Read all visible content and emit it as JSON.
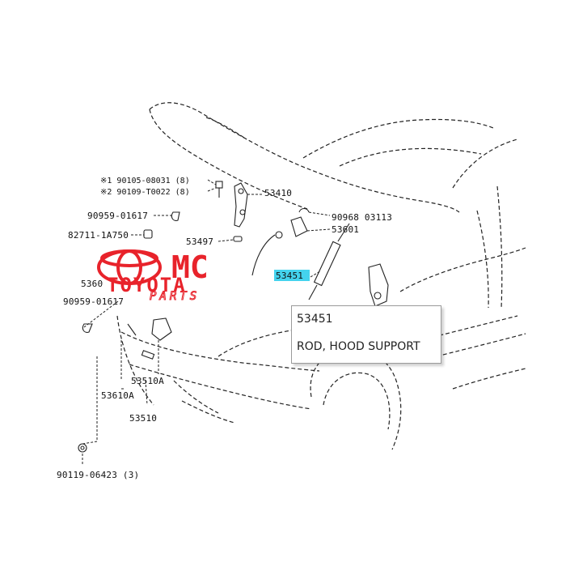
{
  "labels": {
    "l1": "※1 90105-08031 (8)",
    "l2": "※2 90109-T0022 (8)",
    "l3": "90959-01617",
    "l4": "82711-1A750",
    "l5": "53410",
    "l6": "53497",
    "l7": "90968 03113",
    "l8": "53601",
    "l9": "53451",
    "l10": "5360",
    "l11": "90959-01617",
    "l12": "53510A",
    "l13": "53610A",
    "l14": "53510",
    "l15": "90119-06423 (3)"
  },
  "watermark": {
    "line1": "MC",
    "line2": "TOYOTA",
    "line3": "PARTS"
  },
  "tooltip": {
    "part_number": "53451",
    "description": "ROD, HOOD SUPPORT"
  },
  "colors": {
    "highlight": "#44d3ee",
    "watermark": "#e8232b",
    "line": "#222222"
  }
}
